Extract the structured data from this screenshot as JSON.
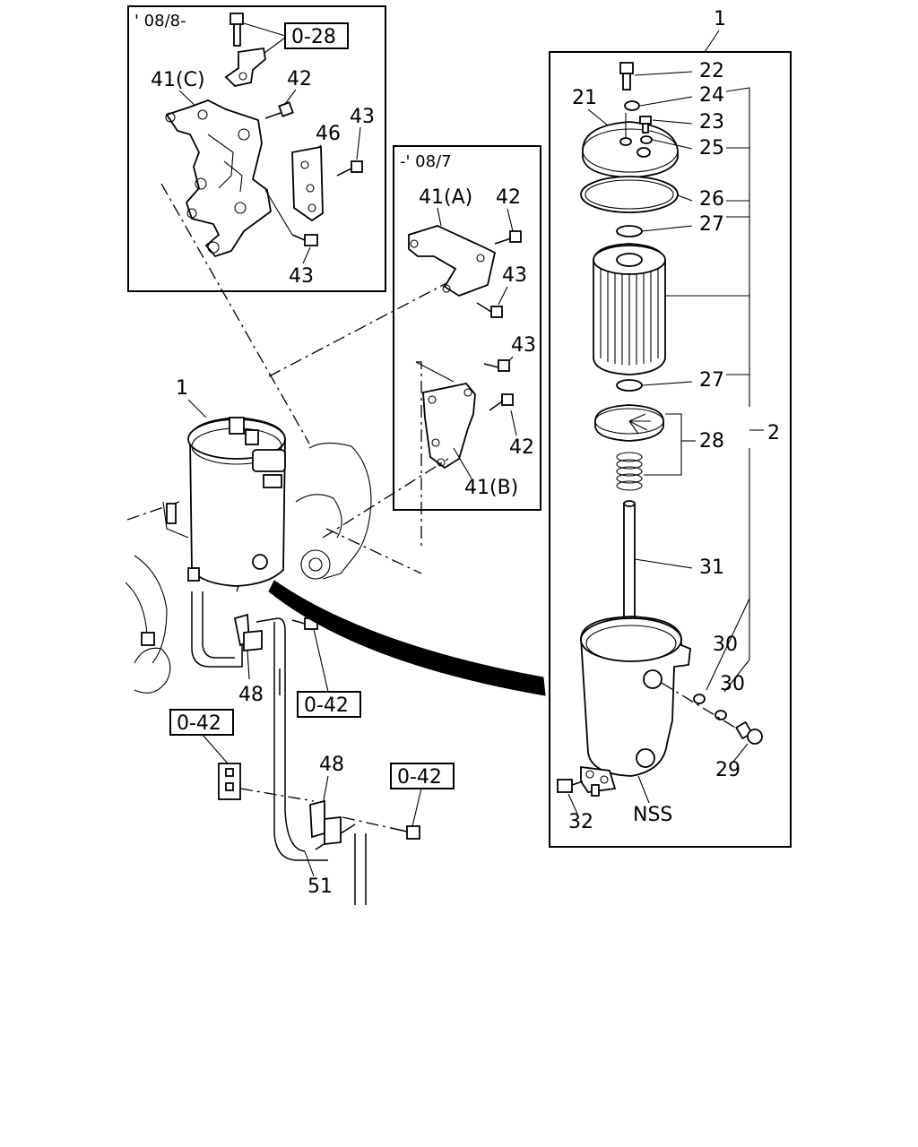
{
  "insets": {
    "late_label": "' 08/8-",
    "early_label": "-' 08/7"
  },
  "refs": {
    "ref_028": "0-28",
    "ref_042_a": "0-42",
    "ref_042_b": "0-42",
    "ref_042_c": "0-42"
  },
  "callouts": {
    "c1_top": "1",
    "c1_left": "1",
    "c2": "2",
    "c21": "21",
    "c22": "22",
    "c23": "23",
    "c24": "24",
    "c25": "25",
    "c26": "26",
    "c27_a": "27",
    "c27_b": "27",
    "c28": "28",
    "c29": "29",
    "c30_a": "30",
    "c30_b": "30",
    "c31": "31",
    "c32": "32",
    "nss": "NSS",
    "c41c": "41(C)",
    "c41a": "41(A)",
    "c41b": "41(B)",
    "c42_c": "42",
    "c42_a": "42",
    "c42_b": "42",
    "c43_c1": "43",
    "c43_c2": "43",
    "c43_a": "43",
    "c43_b": "43",
    "c46": "46",
    "c48_a": "48",
    "c48_b": "48",
    "c51": "51"
  }
}
